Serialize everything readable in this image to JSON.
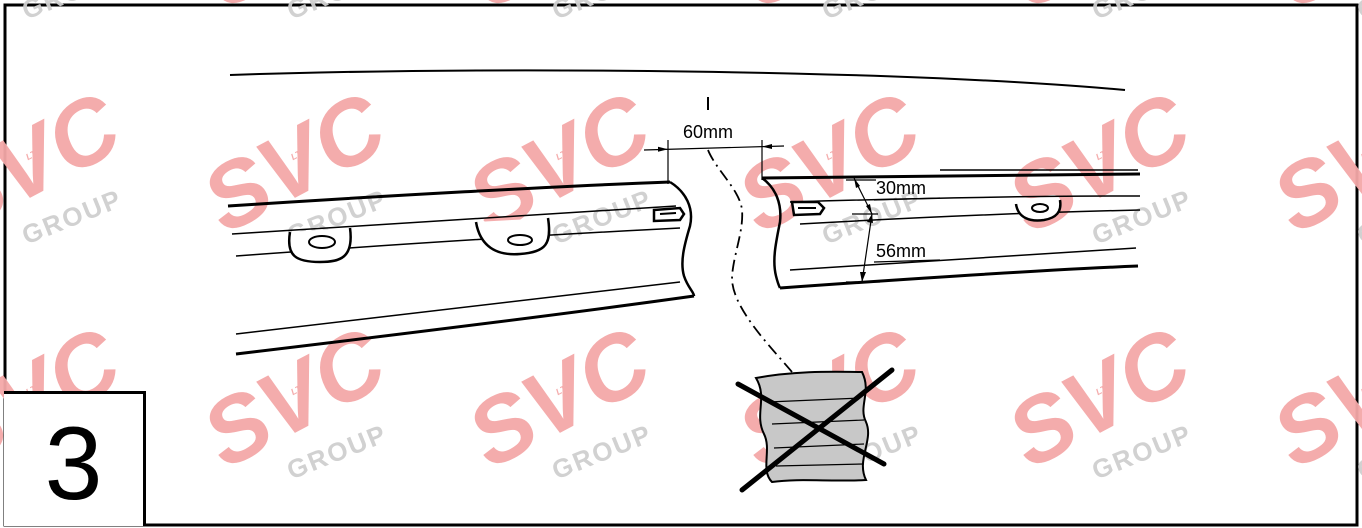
{
  "step": {
    "number": "3"
  },
  "dimensions": {
    "gap_width": "60mm",
    "upper_offset": "30mm",
    "lower_offset": "56mm"
  },
  "watermark": {
    "brand": "SVC",
    "sub": "GROUP",
    "mark": "LTD",
    "color": "#f4a8a8"
  }
}
